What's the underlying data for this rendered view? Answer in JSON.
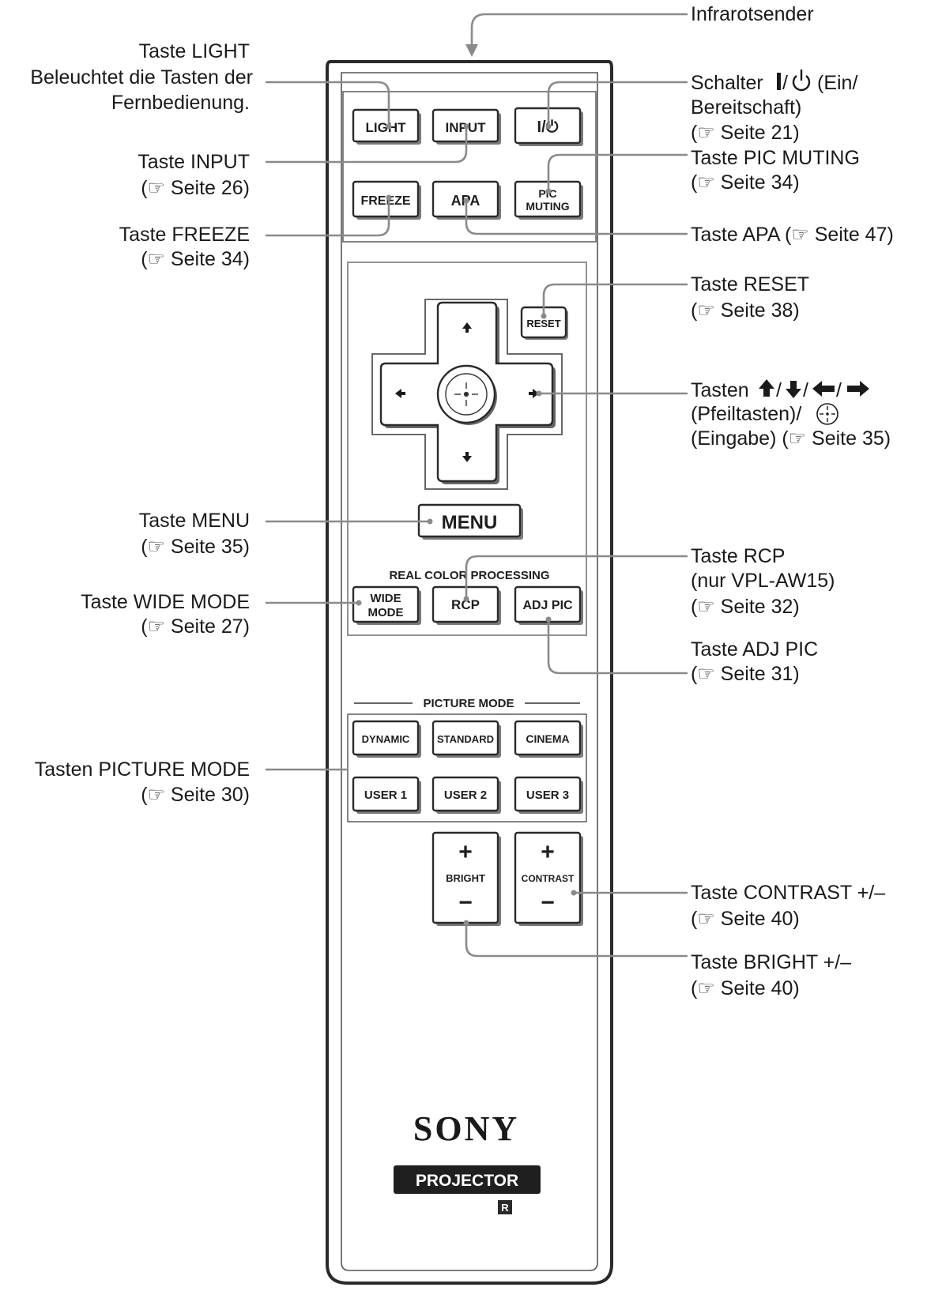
{
  "labels": {
    "infrarot": "Infrarotsender",
    "light_title": "Taste LIGHT",
    "light_desc1": "Beleuchtet die Tasten der",
    "light_desc2": "Fernbedienung.",
    "input_title": "Taste INPUT",
    "input_ref": "(☞ Seite 26)",
    "freeze_title": "Taste FREEZE",
    "freeze_ref": "(☞ Seite 34)",
    "menu_title": "Taste MENU",
    "menu_ref": "(☞ Seite 35)",
    "wide_title": "Taste WIDE MODE",
    "wide_ref": "(☞ Seite 27)",
    "picmode_title": "Tasten PICTURE MODE",
    "picmode_ref": "(☞ Seite 30)",
    "power_title_a": "Schalter",
    "power_title_b": "(Ein/",
    "power_line2": "Bereitschaft)",
    "power_ref": "(☞ Seite 21)",
    "picmute_title": "Taste PIC MUTING",
    "picmute_ref": "(☞ Seite 34)",
    "apa_title": "Taste APA (☞ Seite 47)",
    "reset_title": "Taste RESET",
    "reset_ref": "(☞ Seite 38)",
    "arrows_title": "Tasten",
    "arrows_line2": "(Pfeiltasten)/",
    "arrows_line3": "(Eingabe) (☞ Seite 35)",
    "rcp_title": "Taste RCP",
    "rcp_line2": "(nur VPL-AW15)",
    "rcp_ref": "(☞ Seite 32)",
    "adjpic_title": "Taste ADJ PIC",
    "adjpic_ref": "(☞ Seite 31)",
    "contrast_title": "Taste CONTRAST +/–",
    "contrast_ref": "(☞ Seite 40)",
    "bright_title": "Taste BRIGHT +/–",
    "bright_ref": "(☞ Seite 40)"
  },
  "remote": {
    "light": "LIGHT",
    "input": "INPUT",
    "power": "I/⏻",
    "freeze": "FREEZE",
    "apa": "APA",
    "pic1": "PIC",
    "pic2": "MUTING",
    "reset": "RESET",
    "menu": "MENU",
    "rcp_header": "REAL COLOR PROCESSING",
    "wide1": "WIDE",
    "wide2": "MODE",
    "rcp": "RCP",
    "adjpic": "ADJ PIC",
    "picture_mode": "PICTURE MODE",
    "dynamic": "DYNAMIC",
    "standard": "STANDARD",
    "cinema": "CINEMA",
    "user1": "USER 1",
    "user2": "USER 2",
    "user3": "USER 3",
    "bright": "BRIGHT",
    "contrast": "CONTRAST",
    "plus": "+",
    "minus": "−",
    "brand": "SONY",
    "projector": "PROJECTOR",
    "r_mark": "R"
  },
  "colors": {
    "body_stroke": "#2a2a2a",
    "leader": "#8a8a8a",
    "text": "#1a1a1a"
  }
}
